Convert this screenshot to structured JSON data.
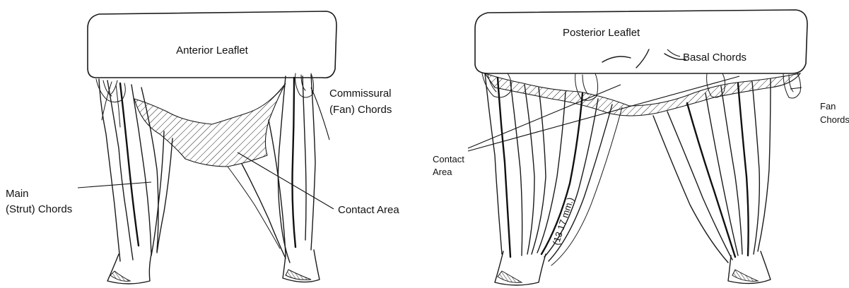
{
  "left_panel": {
    "leaflet_label": "Anterior Leaflet",
    "commissural_label_1": "Commissural",
    "commissural_label_2": "(Fan) Chords",
    "main_label_1": "Main",
    "main_label_2": "(Strut) Chords",
    "contact_label": "Contact Area"
  },
  "right_panel": {
    "leaflet_label": "Posterior Leaflet",
    "basal_label": "Basal Chords",
    "fan_label_1": "Fan",
    "fan_label_2": "Chords",
    "contact_label_1": "Contact",
    "contact_label_2": "Area",
    "length_label": "(13  17 mm.)"
  }
}
